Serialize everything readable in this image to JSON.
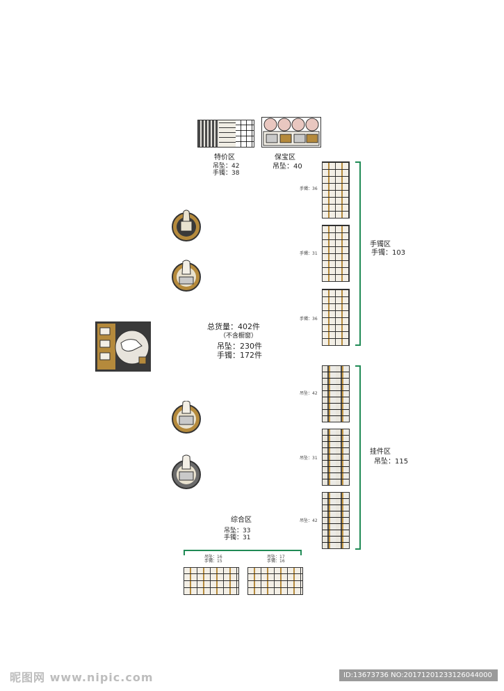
{
  "top_zones": {
    "special": {
      "title": "特价区",
      "line1": "吊坠：42",
      "line2": "手镯：38"
    },
    "treasure": {
      "title": "保宝区",
      "line1": "吊坠：40"
    }
  },
  "bracelet_zone": {
    "title": "手镯区",
    "count": "手镯：103",
    "cabinet_labels": [
      "手镯：36",
      "手镯：31",
      "手镯：36"
    ]
  },
  "pendant_zone": {
    "title": "挂件区",
    "count": "吊坠：115",
    "cabinet_labels": [
      "吊坠：42",
      "吊坠：31",
      "吊坠：42"
    ]
  },
  "total": {
    "line1": "总货量：402件",
    "line2": "（不含橱窗）",
    "line3": "吊坠：230件",
    "line4": "手镯：172件"
  },
  "mixed_zone": {
    "title": "综合区",
    "line1": "吊坠：33",
    "line2": "手镯：31",
    "cab1_line1": "吊坠：16",
    "cab1_line2": "手镯：15",
    "cab2_line1": "吊坠：17",
    "cab2_line2": "手镯：16"
  },
  "watermark": {
    "left": "昵图网 www.nipic.com",
    "right": "ID:13673736 NO:20171201233126044000"
  },
  "colors": {
    "bracket": "#1f8a55",
    "gold": "#b58a3c",
    "dark": "#333333"
  }
}
